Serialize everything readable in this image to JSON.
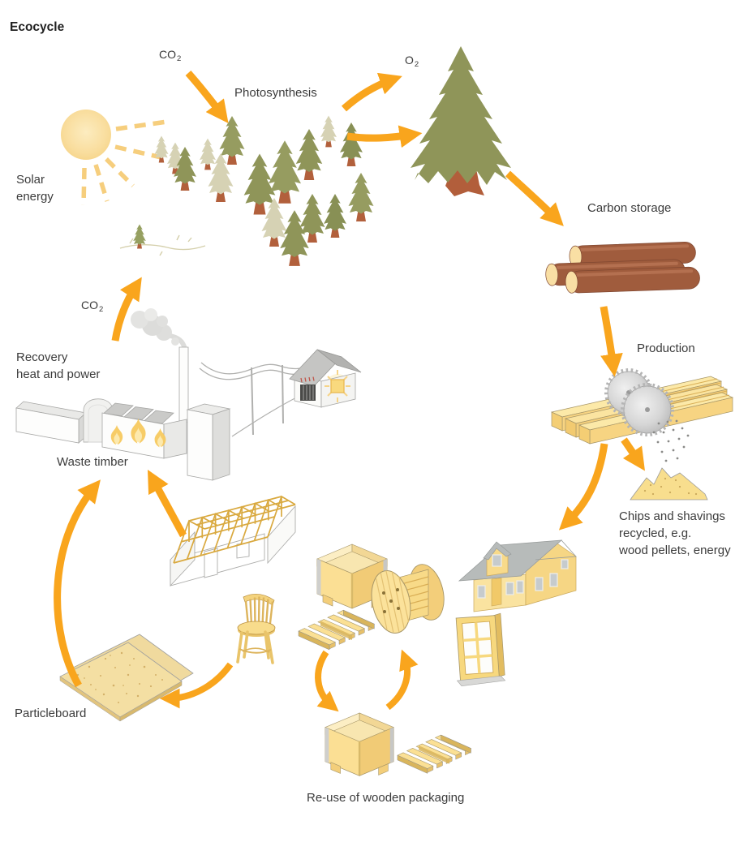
{
  "labels": {
    "title": "Ecocycle",
    "co2_top": {
      "main": "CO",
      "sub": "2"
    },
    "photosynthesis": "Photosynthesis",
    "o2": {
      "main": "O",
      "sub": "2"
    },
    "solar": {
      "line1": "Solar",
      "line2": "energy"
    },
    "carbon_storage": "Carbon storage",
    "production": "Production",
    "chips": {
      "line1": "Chips and shavings",
      "line2": "recycled, e.g.",
      "line3": "wood pellets, energy"
    },
    "co2_left": {
      "main": "CO",
      "sub": "2"
    },
    "recovery": {
      "line1": "Recovery",
      "line2": "heat and power"
    },
    "waste_timber": "Waste timber",
    "particleboard": "Particleboard",
    "reuse": "Re-use of wooden packaging"
  },
  "colors": {
    "arrow_orange": "#F9A51D",
    "tree_green": "#8F9559",
    "tree_beige": "#D6D2B4",
    "trunk_brown": "#B25E3B",
    "wood_yellow": "#FBDF94",
    "wood_shade": "#F1CB76",
    "log_brown": "#9F5C3D",
    "log_end": "#F9DFA4",
    "sun_yellow": "#F8DE9C",
    "sun_ray": "#F6CE7D",
    "roof_gray": "#B7BBBA",
    "factory_white": "#FDFDFC",
    "flame_yellow": "#F7C95F",
    "text": "#3B3B3B"
  }
}
